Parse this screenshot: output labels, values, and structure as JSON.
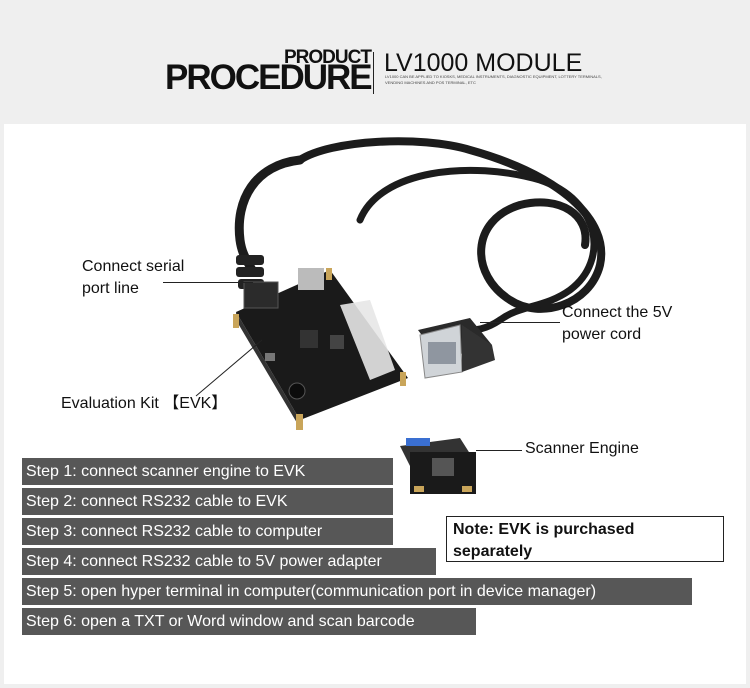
{
  "header": {
    "brand_small": "PRODUCT",
    "brand_big": "PROCEDURE",
    "model_title": "LV1000 MODULE",
    "model_desc": "LV1000 CAN BE APPLIED TO KIOSKS, MEDICAL INSTRUMENTS, DIAGNOSTIC EQUIPMENT, LOTTERY TERMINALS, VENDING MACHINES AND POS TERMINAL, ETC"
  },
  "callouts": {
    "serial_line": "Connect serial",
    "serial_line2": "port line",
    "power_cord": "Connect the 5V",
    "power_cord2": "power cord",
    "evk": "Evaluation Kit 【EVK】",
    "scanner_engine": "Scanner Engine"
  },
  "steps": [
    "Step 1: connect scanner engine to EVK",
    "Step 2: connect RS232 cable to EVK",
    "Step 3: connect RS232 cable to computer",
    "Step 4: connect RS232 cable to 5V power adapter",
    "Step 5: open hyper terminal in computer(communication port in device manager)",
    "Step 6: open a TXT or Word window and scan barcode"
  ],
  "note": "Note: EVK is purchased separately",
  "colors": {
    "step_bg": "#575757",
    "pcb": "#1a1a1a",
    "cable": "#1c1c1c"
  }
}
